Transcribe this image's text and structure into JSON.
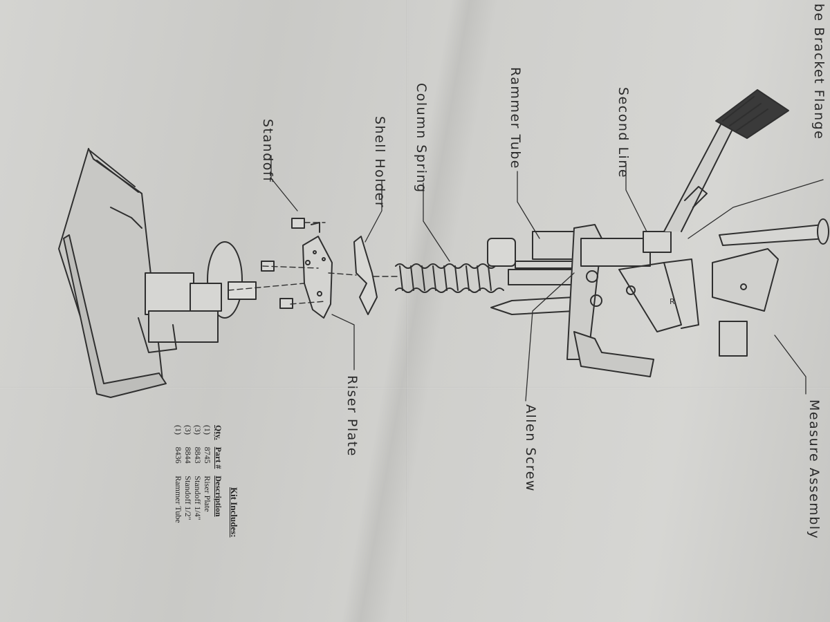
{
  "labels": {
    "standoff": "Standoff",
    "shell_holder": "Shell Holder",
    "column_spring": "Column Spring",
    "rammer_tube": "Rammer Tube",
    "second_line": "Second Line",
    "tube_bracket_partial": "be Bracket Flange",
    "riser_plate": "Riser Plate",
    "allen_screw": "Allen Screw",
    "measure_assembly": "Measure Assembly"
  },
  "kit": {
    "heading": "Kit Includes:",
    "columns": [
      "Qty.",
      "Part #",
      "Description"
    ],
    "rows": [
      [
        "(1)",
        "8745",
        "Riser Plate"
      ],
      [
        "(3)",
        "8843",
        "Standoff 1/4\""
      ],
      [
        "(3)",
        "8844",
        "Standoff 1/2\""
      ],
      [
        "(1)",
        "8436",
        "Rammer Tube"
      ]
    ]
  },
  "colors": {
    "ink": "#2a2a2a",
    "paper": "#cfcfcc"
  }
}
